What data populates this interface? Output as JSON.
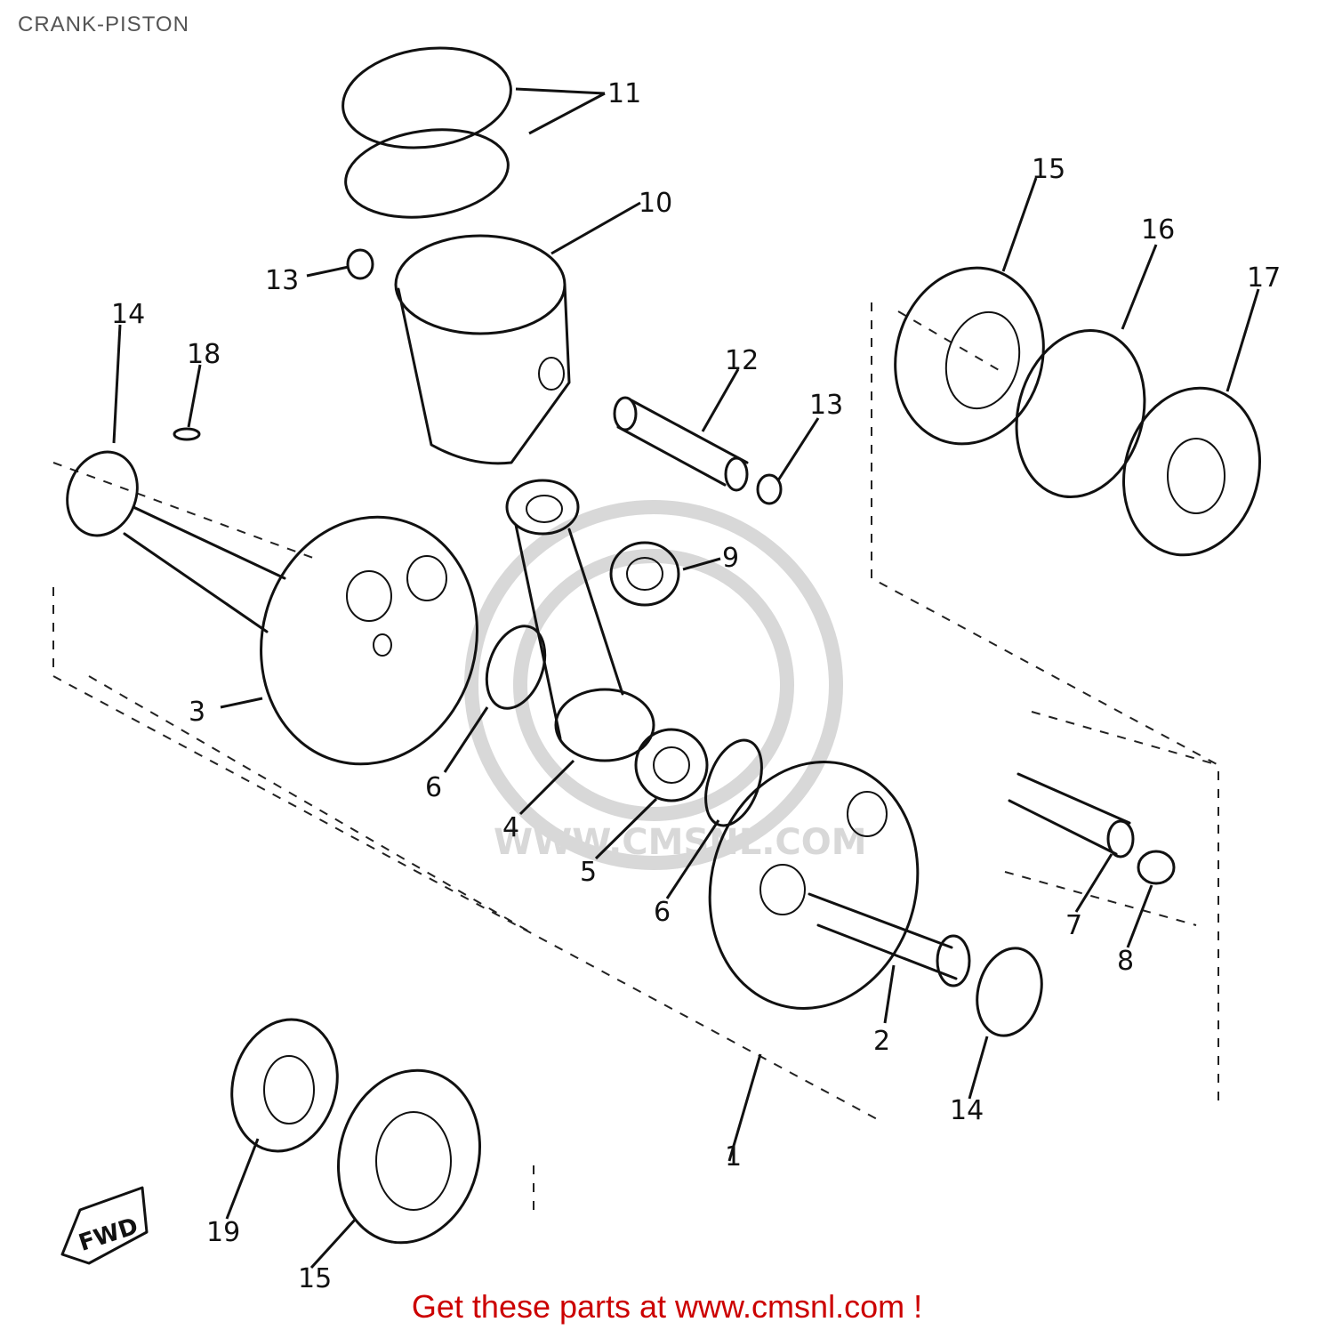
{
  "title": "CRANK-PISTON",
  "footer": "Get these parts at www.cmsnl.com !",
  "callouts": [
    "1",
    "2",
    "3",
    "4",
    "5",
    "6",
    "6",
    "7",
    "8",
    "9",
    "10",
    "11",
    "12",
    "13",
    "13",
    "14",
    "14",
    "15",
    "15",
    "16",
    "17",
    "18",
    "19"
  ],
  "fwd_label": "FWD",
  "watermark_text": "WWW.CMSNL.COM",
  "colors": {
    "footer": "#cc0000",
    "title": "#555555",
    "line": "#111111"
  }
}
